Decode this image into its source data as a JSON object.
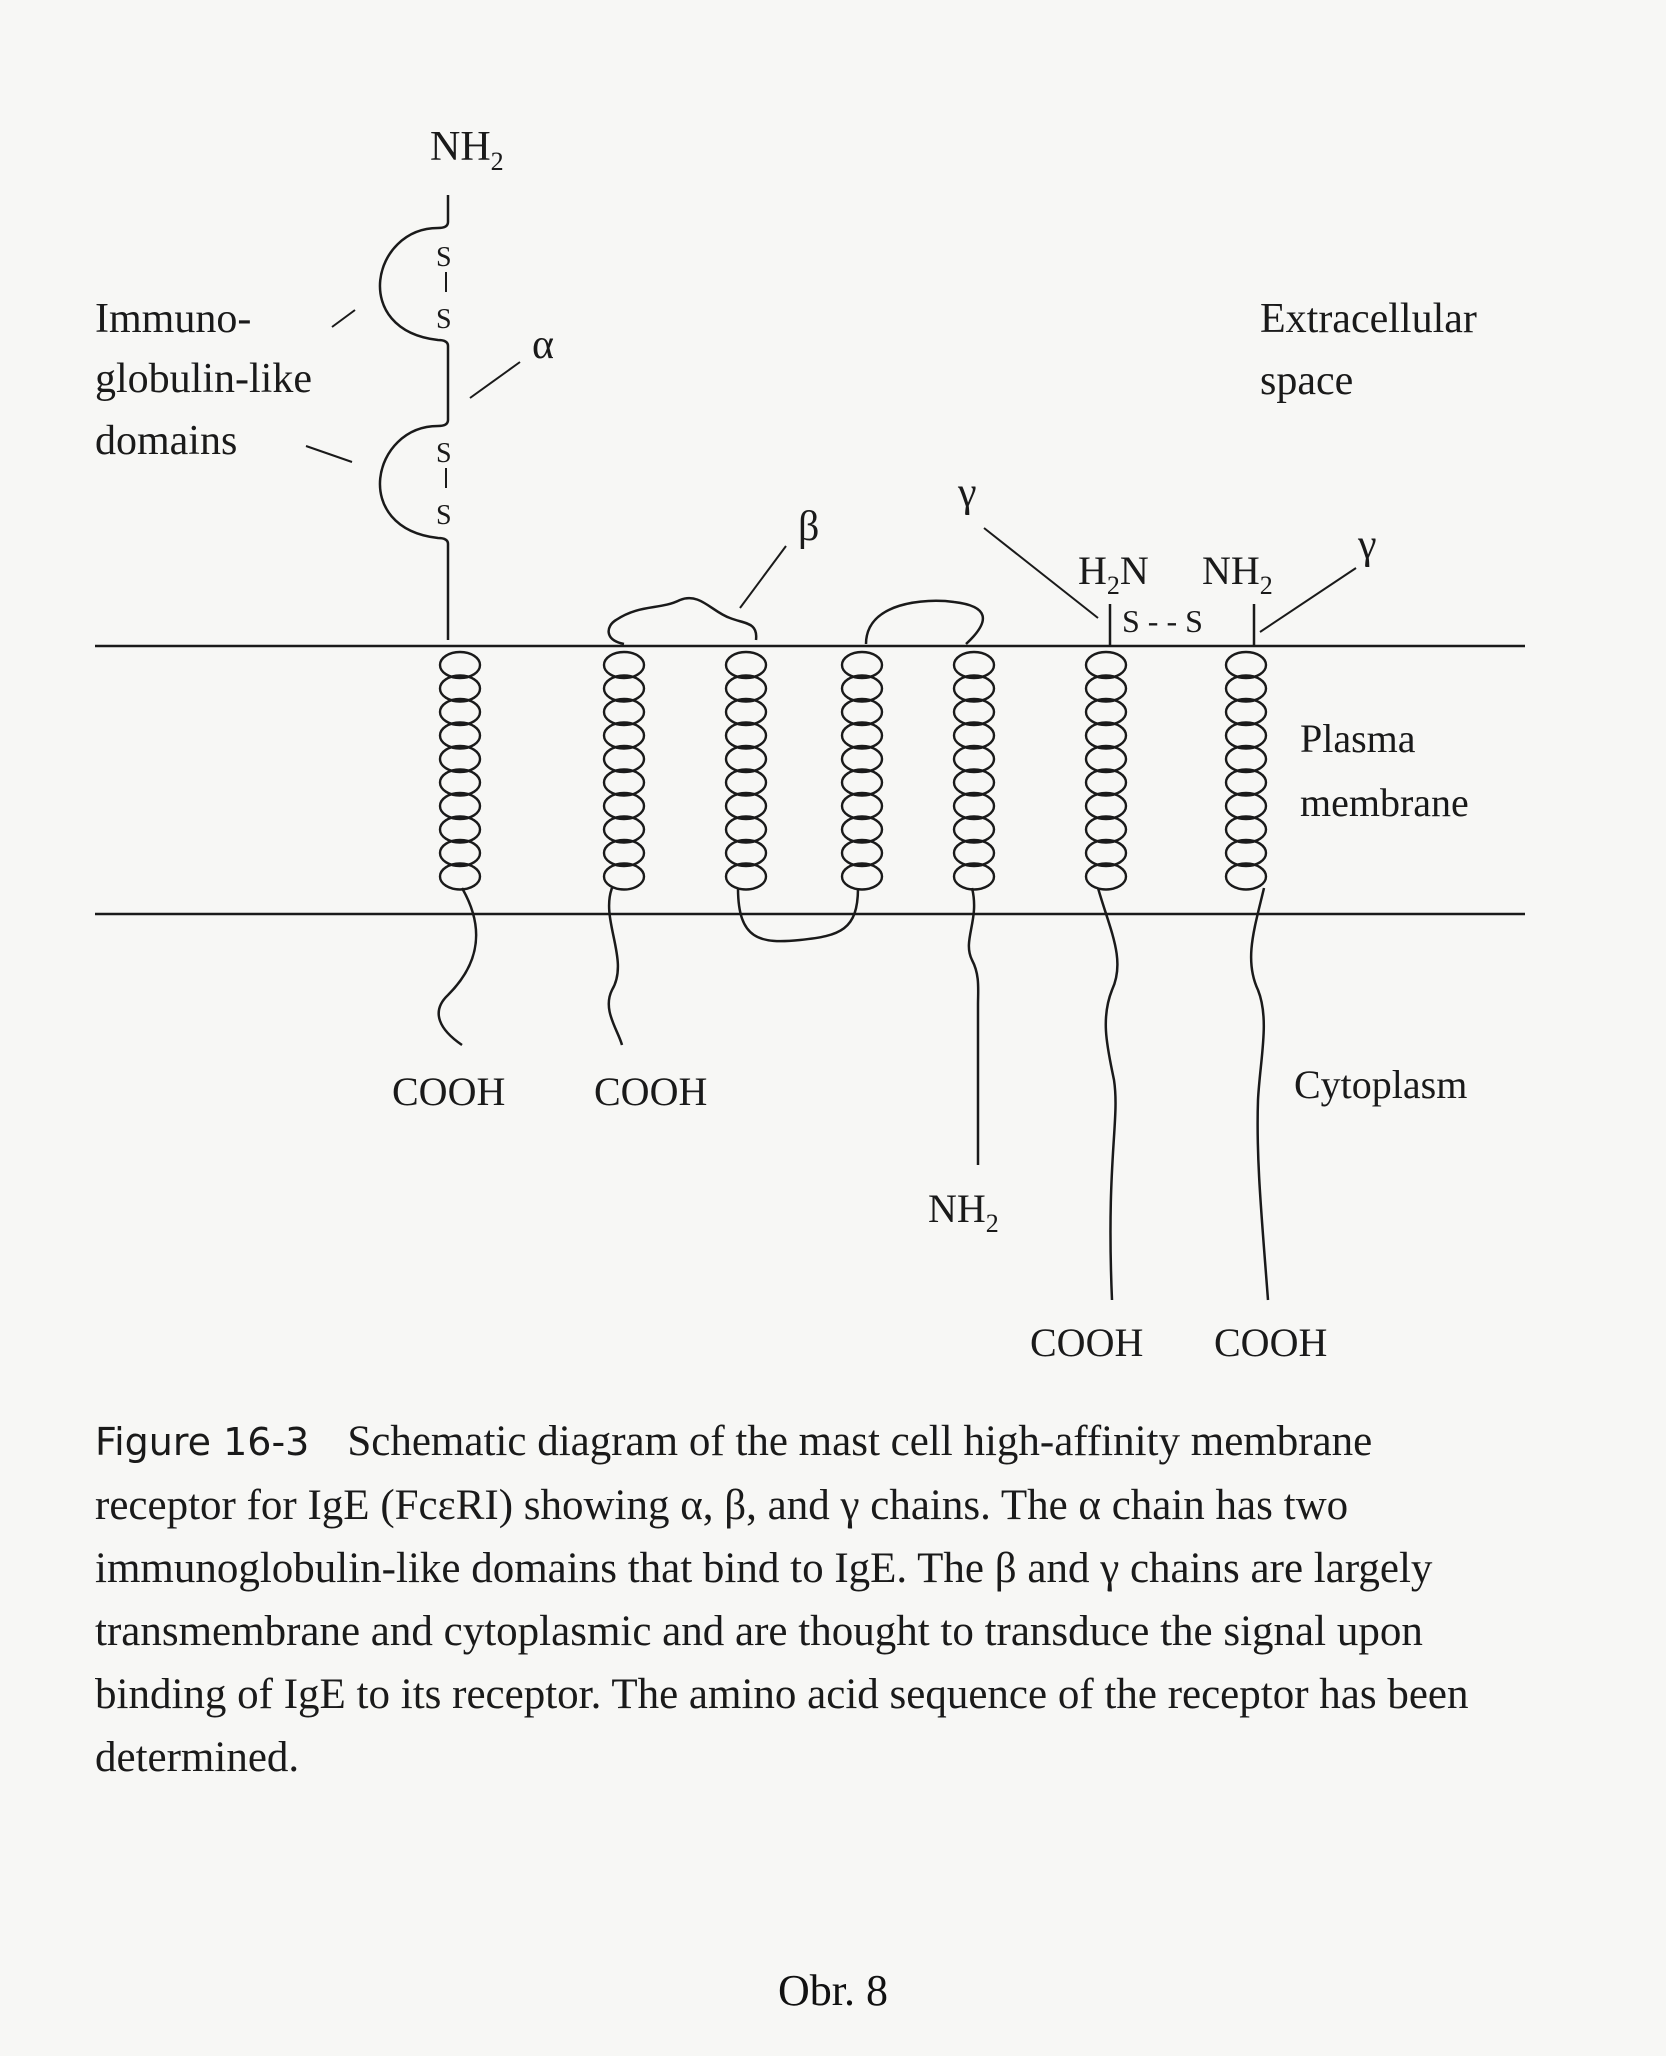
{
  "diagram": {
    "nh2_top": "NH",
    "nh2_top_sub": "2",
    "ss_s1": "S",
    "ss_s2": "S",
    "ss_s3": "S",
    "ss_s4": "S",
    "ig_line1": "Immuno-",
    "ig_line2": "globulin-like",
    "ig_line3": "domains",
    "alpha": "α",
    "beta": "β",
    "gamma_left": "γ",
    "gamma_right": "γ",
    "h2n_h": "H",
    "h2n_sub": "2",
    "h2n_n": "N",
    "nh2_gamma": "NH",
    "nh2_gamma_sub": "2",
    "disulfide": "S - - S",
    "extracellular_line1": "Extracellular",
    "extracellular_line2": "space",
    "plasma_line1": "Plasma",
    "plasma_line2": "membrane",
    "cytoplasm": "Cytoplasm",
    "cooh_1": "COOH",
    "cooh_2": "COOH",
    "nh2_beta": "NH",
    "nh2_beta_sub": "2",
    "cooh_3": "COOH",
    "cooh_4": "COOH"
  },
  "caption": {
    "figure_label": "Figure 16-3",
    "text": "Schematic diagram of the mast cell high-affinity membrane receptor for IgE (FcεRI) showing α, β, and γ chains. The α chain has two immunoglobulin-like domains that bind to IgE. The β and γ chains are largely transmembrane and cytoplasmic and are thought to transduce the signal upon binding of IgE to its receptor. The amino acid sequence of the receptor has been determined."
  },
  "footer": {
    "obr": "Obr. 8"
  }
}
